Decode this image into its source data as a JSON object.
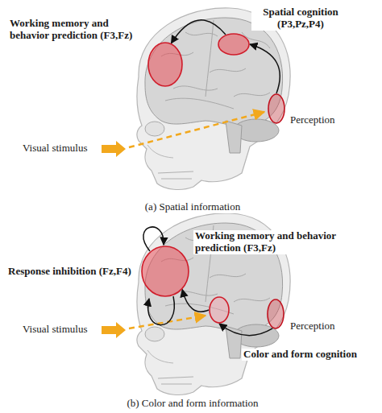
{
  "diagram": {
    "nodes": [
      {
        "text": [
          "Working memory and behavior prediction (F3,Fz)"
        ]
      },
      {
        "text": [
          "Spatial cognition (P3,Pz,P4)"
        ]
      },
      {
        "text": [
          "Perception"
        ]
      },
      {
        "text": [
          "Working memory and behavior prediction (F3,Fz)",
          "Response inhibition (Fz,F4)"
        ]
      },
      {
        "text": [
          "Color and form cognition"
        ]
      },
      {
        "text": [
          "Perception"
        ]
      }
    ],
    "edges": [
      {
        "from": 2,
        "to": 1,
        "arrow": "to"
      },
      {
        "from": 1,
        "to": 0,
        "arrow": "to"
      },
      {
        "from": 5,
        "to": 4,
        "arrow": "to"
      },
      {
        "from": 4,
        "to": 3,
        "arrow": "to"
      }
    ],
    "labels": [
      "Visual stimulus",
      "(a) Spatial information",
      "Visual stimulus",
      "(b) Color and form information"
    ]
  }
}
